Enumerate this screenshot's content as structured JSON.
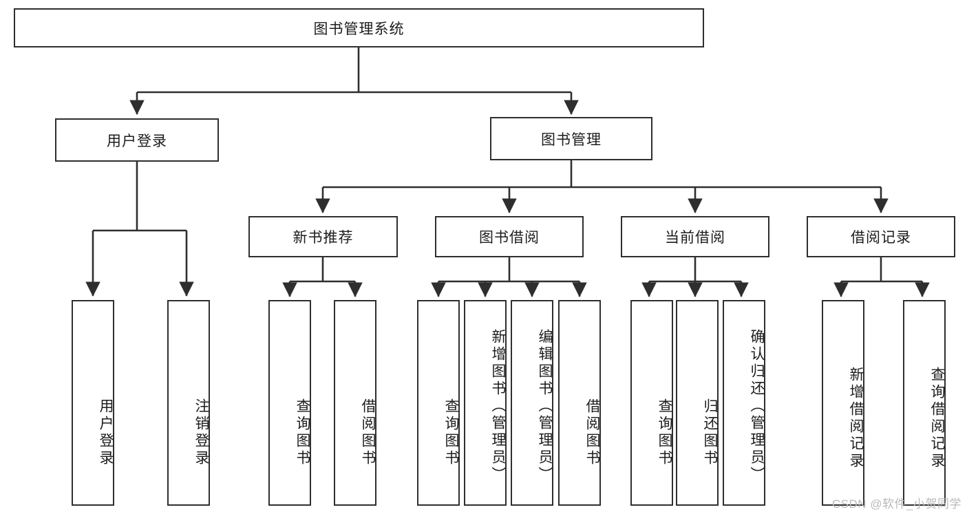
{
  "diagram": {
    "type": "tree-hierarchy-chart",
    "title": "图书管理系统",
    "root": {
      "label": "图书管理系统"
    },
    "level2": [
      {
        "label": "用户登录"
      },
      {
        "label": "图书管理"
      }
    ],
    "level3": [
      {
        "label": "新书推荐",
        "parent": "图书管理"
      },
      {
        "label": "图书借阅",
        "parent": "图书管理"
      },
      {
        "label": "当前借阅",
        "parent": "图书管理"
      },
      {
        "label": "借阅记录",
        "parent": "图书管理"
      }
    ],
    "leaves": [
      {
        "label": "用户登录",
        "parent": "用户登录"
      },
      {
        "label": "注销登录",
        "parent": "用户登录"
      },
      {
        "label": "查询图书",
        "parent": "新书推荐"
      },
      {
        "label": "借阅图书",
        "parent": "新书推荐"
      },
      {
        "label": "查询图书",
        "parent": "图书借阅"
      },
      {
        "label": "新增图书（管理员）",
        "parent": "图书借阅"
      },
      {
        "label": "编辑图书（管理员）",
        "parent": "图书借阅"
      },
      {
        "label": "借阅图书",
        "parent": "图书借阅"
      },
      {
        "label": "查询图书",
        "parent": "当前借阅"
      },
      {
        "label": "归还图书",
        "parent": "当前借阅"
      },
      {
        "label": "确认归还（管理员）",
        "parent": "当前借阅"
      },
      {
        "label": "新增借阅记录",
        "parent": "借阅记录"
      },
      {
        "label": "查询借阅记录",
        "parent": "借阅记录"
      }
    ]
  },
  "watermark": {
    "text": "CSDN @软件_小贺同学"
  },
  "colors": {
    "stroke": "#2e2e2e",
    "fill": "#ffffff",
    "text": "#1c1c1c",
    "watermark": "#b9b9b9"
  }
}
